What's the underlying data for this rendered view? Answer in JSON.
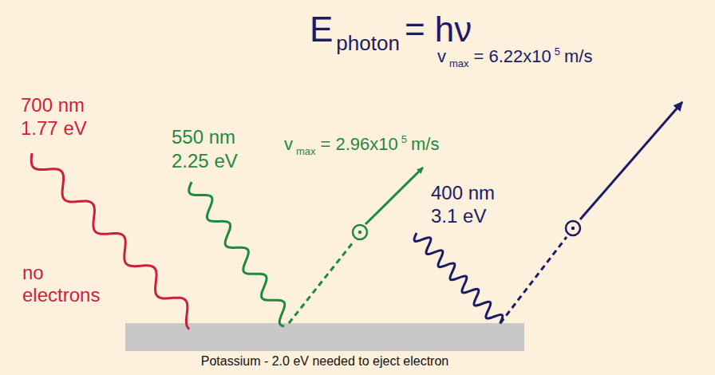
{
  "diagram": {
    "title": "E",
    "nodes": [
      {
        "text": [
          "Potassium - 2.0 eV needed to eject electron"
        ]
      }
    ],
    "labels": [
      "photon",
      "= hν",
      "700 nm",
      "1.77 eV",
      "no electrons",
      "550 nm",
      "2.25 eV",
      "v",
      "max",
      "= 2.96x10",
      "5",
      "m/s",
      "400 nm",
      "3.1 eV",
      "v",
      "max",
      "= 6.22x10",
      "5",
      "m/s"
    ]
  }
}
